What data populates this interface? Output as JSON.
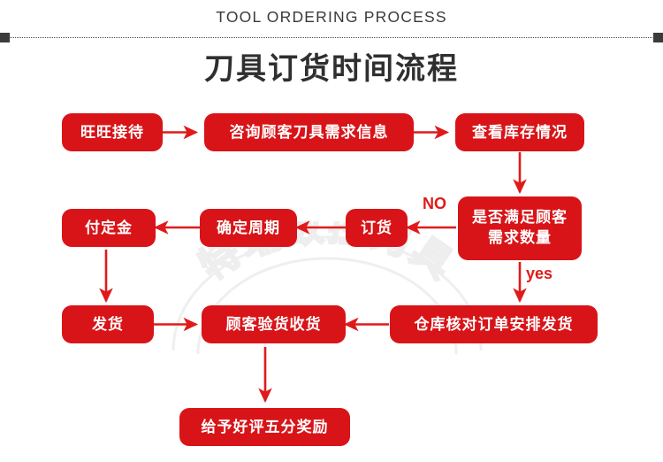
{
  "header": {
    "english_title": "TOOL ORDERING PROCESS",
    "chinese_title": "刀具订货时间流程"
  },
  "watermark": {
    "text": "特瑞数控刀具"
  },
  "colors": {
    "box_red": "#d81418",
    "arrow_red": "#e01a1a",
    "title_dark": "#2f2f2f",
    "divider_dark": "#3b3b3b",
    "box_text": "#ffffff",
    "watermark_gray": "#efefef"
  },
  "flow": {
    "nodes": [
      {
        "id": "n1",
        "label": "旺旺接待"
      },
      {
        "id": "n2",
        "label": "咨询顾客刀具需求信息"
      },
      {
        "id": "n3",
        "label": "查看库存情况"
      },
      {
        "id": "n4",
        "label_line1": "是否满足顾客",
        "label_line2": "需求数量"
      },
      {
        "id": "n5",
        "label": "订货"
      },
      {
        "id": "n6",
        "label": "确定周期"
      },
      {
        "id": "n7",
        "label": "付定金"
      },
      {
        "id": "n8",
        "label": "发货"
      },
      {
        "id": "n9",
        "label": "顾客验货收货"
      },
      {
        "id": "n10",
        "label": "仓库核对订单安排发货"
      },
      {
        "id": "n11",
        "label": "给予好评五分奖励"
      }
    ],
    "edge_labels": {
      "no": "NO",
      "yes": "yes"
    }
  }
}
